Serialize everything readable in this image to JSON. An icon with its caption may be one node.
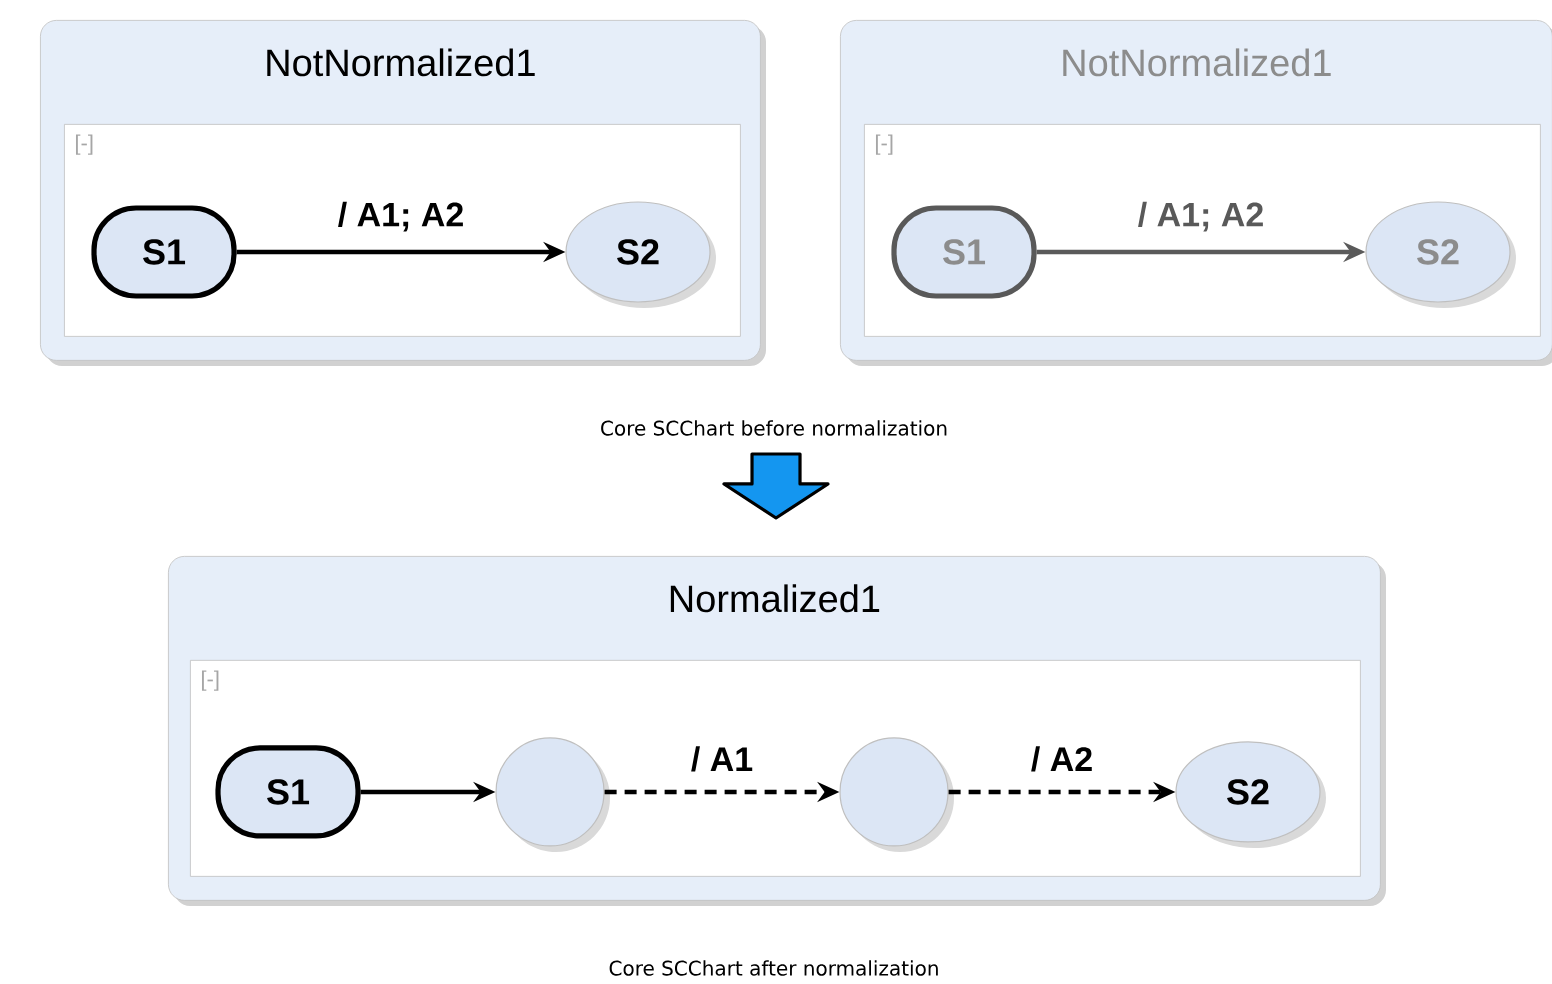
{
  "diagram": {
    "nodes": [
      {
        "text": [
          "NotNormalized1"
        ]
      },
      {
        "text": [
          "[-]"
        ],
        "in": 0
      },
      {
        "text": [
          "S1"
        ],
        "in": 1
      },
      {
        "text": [
          "S2"
        ],
        "in": 1
      },
      {
        "text": [
          "NotNormalized1"
        ]
      },
      {
        "text": [
          "[-]"
        ],
        "in": 4
      },
      {
        "text": [
          "S1"
        ],
        "in": 5
      },
      {
        "text": [
          "S2"
        ],
        "in": 5
      },
      {
        "text": [
          "Normalized1"
        ]
      },
      {
        "text": [
          "[-]"
        ],
        "in": 8
      },
      {
        "text": [
          "S1"
        ],
        "in": 9
      },
      {
        "text": [],
        "shape": "circle",
        "in": 9
      },
      {
        "text": [],
        "shape": "circle",
        "in": 9
      },
      {
        "text": [
          "S2"
        ],
        "in": 9
      }
    ],
    "edges": [
      {
        "from": 2,
        "to": 3,
        "arrow": "to",
        "label": "/ A1; A2"
      },
      {
        "from": 6,
        "to": 7,
        "arrow": "to",
        "label": "/ A1; A2",
        "color": "#5a5a5a"
      },
      {
        "from": 10,
        "to": 11,
        "arrow": "to"
      },
      {
        "from": 11,
        "to": 12,
        "arrow": "to",
        "label": "/ A1",
        "style": "dashed"
      },
      {
        "from": 12,
        "to": 13,
        "arrow": "to",
        "label": "/ A2",
        "style": "dashed"
      }
    ],
    "labels": [
      "Core SCChart before normalization",
      "Core SCChart after normalization"
    ]
  }
}
